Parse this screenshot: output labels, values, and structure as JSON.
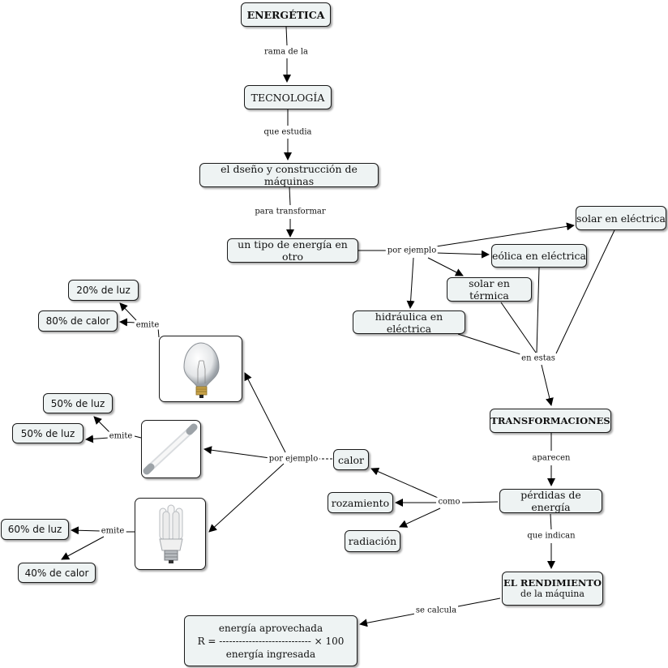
{
  "nodes": {
    "energetica": "ENERGÉTICA",
    "tecnologia": "TECNOLOGÍA",
    "diseno": "el dseño y construcción de máquinas",
    "tipo_energia": "un tipo de energía en otro",
    "solar_electrica": "solar en eléctrica",
    "eolica_electrica": "eólica en eléctrica",
    "solar_termica": "solar en térmica",
    "hidraulica_electrica": "hidráulica en eléctrica",
    "transformaciones": "TRANSFORMACIONES",
    "perdidas": "pérdidas de energía",
    "rendimiento_title": "EL RENDIMIENTO",
    "rendimiento_sub": "de la máquina",
    "calor": "calor",
    "rozamiento": "rozamiento",
    "radiacion": "radiación",
    "luz_20": "20% de luz",
    "calor_80": "80% de calor",
    "luz_50a": "50% de luz",
    "luz_50b": "50% de luz",
    "luz_60": "60% de luz",
    "calor_40": "40% de calor",
    "formula": {
      "numerator": "energía aprovechada",
      "line": "R = ----------------------------  × 100",
      "denominator": "energía ingresada"
    }
  },
  "links": {
    "rama": "rama de la",
    "estudia": "que estudia",
    "transformar": "para transformar",
    "ejemplo1": "por ejemplo",
    "en_estas": "en estas",
    "aparecen": "aparecen",
    "indican": "que indican",
    "calcula": "se calcula",
    "como": "como",
    "ejemplo2": "por ejemplo",
    "emite1": "emite",
    "emite2": "emite",
    "emite3": "emite"
  },
  "images": [
    "incandescent-bulb-icon",
    "fluorescent-tube-icon",
    "cfl-bulb-icon"
  ]
}
